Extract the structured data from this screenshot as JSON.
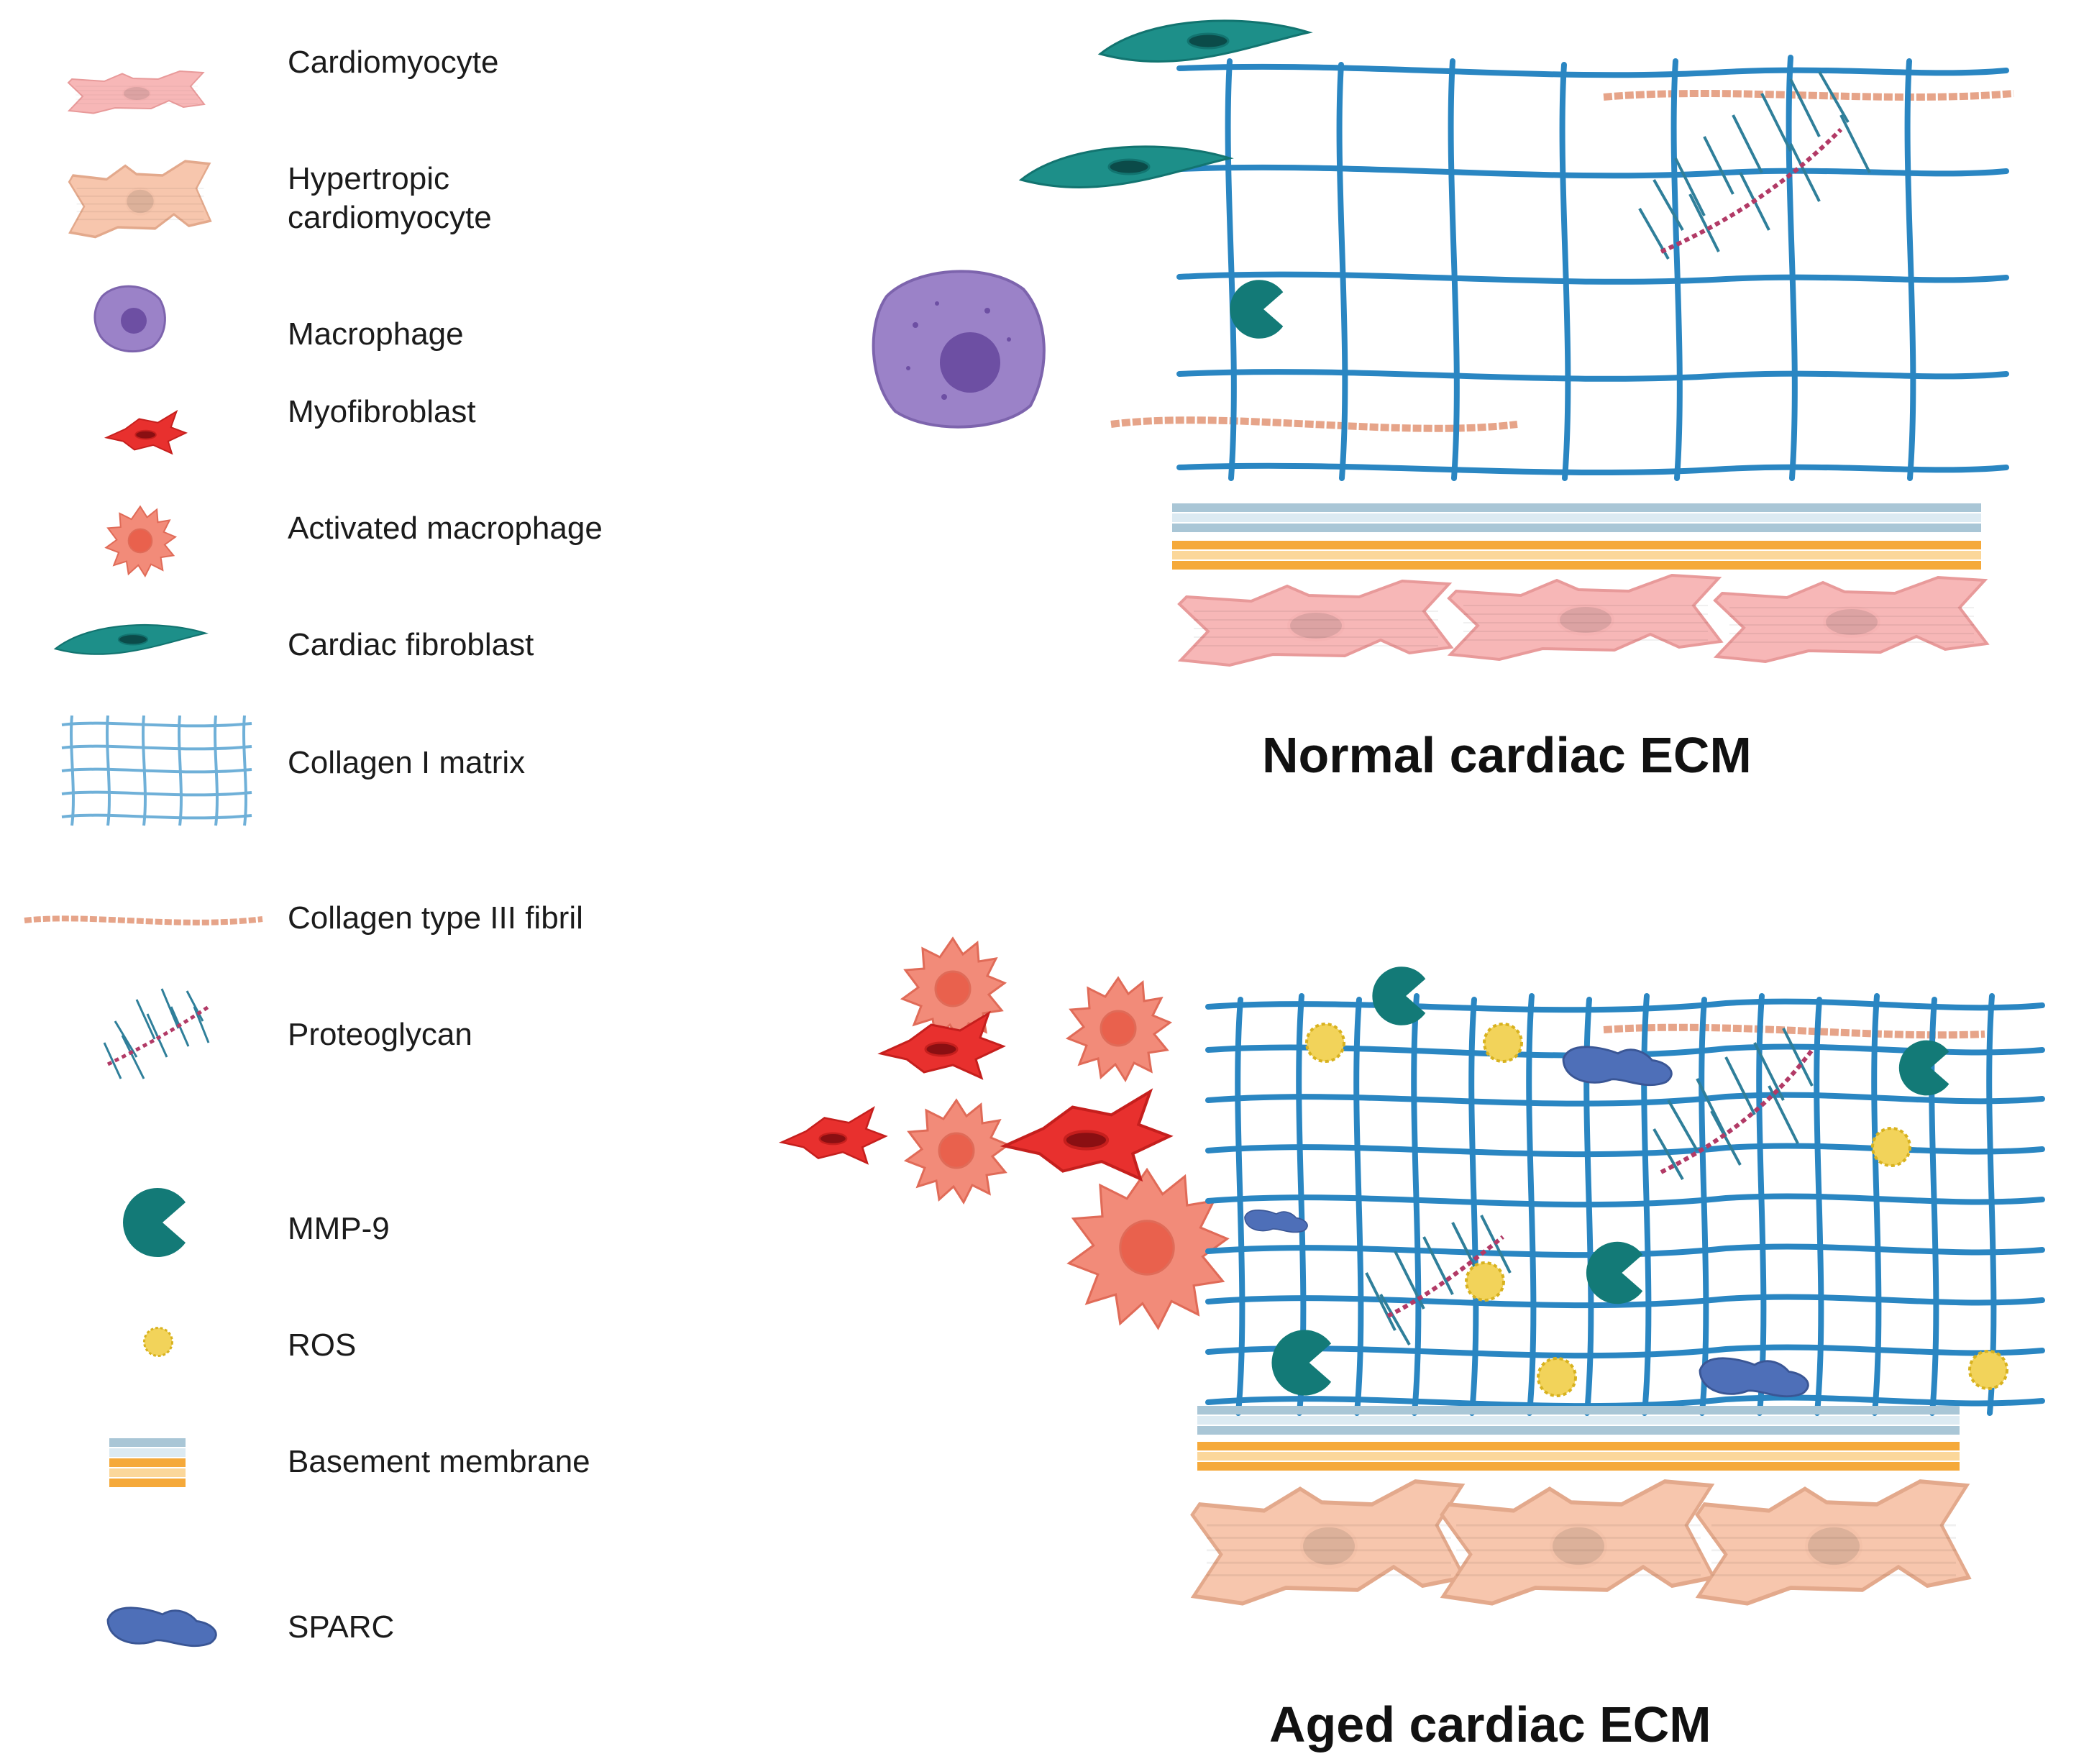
{
  "legend": {
    "items": [
      {
        "label": "Cardiomyocyte",
        "icon": "cardiomyocyte-icon"
      },
      {
        "label": "Hypertropic",
        "label2": "cardiomyocyte",
        "icon": "hypertrophic-cardiomyocyte-icon"
      },
      {
        "label": "Macrophage",
        "icon": "macrophage-icon"
      },
      {
        "label": "Myofibroblast",
        "icon": "myofibroblast-icon"
      },
      {
        "label": "Activated macrophage",
        "icon": "activated-macrophage-icon"
      },
      {
        "label": "Cardiac fibroblast",
        "icon": "cardiac-fibroblast-icon"
      },
      {
        "label": "Collagen I matrix",
        "icon": "collagen-matrix-icon"
      },
      {
        "label": "Collagen type III fibril",
        "icon": "collagen-fibril-icon"
      },
      {
        "label": "Proteoglycan",
        "icon": "proteoglycan-icon"
      },
      {
        "label": "MMP-9",
        "icon": "mmp9-icon"
      },
      {
        "label": "ROS",
        "icon": "ros-icon"
      },
      {
        "label": "Basement membrane",
        "icon": "basement-membrane-icon"
      },
      {
        "label": "SPARC",
        "icon": "sparc-icon"
      }
    ]
  },
  "panels": {
    "normal": {
      "title": "Normal cardiac ECM"
    },
    "aged": {
      "title": "Aged cardiac ECM"
    }
  },
  "colors": {
    "cardiomyocyte": "#f7b7b7",
    "hypertrophic": "#f7c6ad",
    "macrophage": "#9b82c8",
    "macrophage_nucleus": "#6d4fa3",
    "myofibroblast": "#e8302e",
    "activated_macrophage": "#f28b79",
    "fibroblast": "#1d8f89",
    "collagen_I": "#2a86c2",
    "collagen_III": "#e6a489",
    "proteoglycan_arm": "#2f7f9a",
    "proteoglycan_core": "#b23a66",
    "mmp9": "#137a77",
    "ros": "#f2d35a",
    "membrane_blue": "#a9c6d6",
    "membrane_orange": "#f5a93a",
    "sparc": "#4e6fb8"
  }
}
